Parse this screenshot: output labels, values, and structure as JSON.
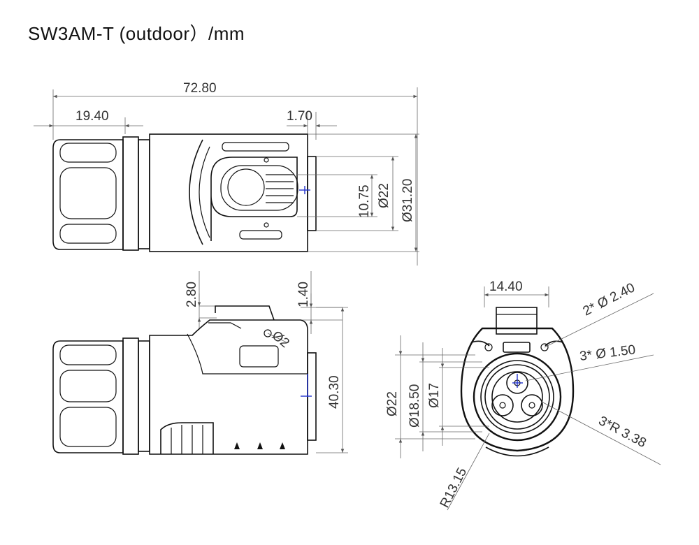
{
  "title": "SW3AM-T  (outdoor）/mm",
  "top_view": {
    "dims": {
      "overall_length": "72.80",
      "nut_length": "19.40",
      "step": "1.70",
      "latch_height": "10.75",
      "body_dia": "Ø22",
      "outer_dia": "Ø31.20"
    }
  },
  "side_view": {
    "dims": {
      "latch_rise": "2.80",
      "lip": "1.40",
      "hole": "Ø2",
      "height": "40.30"
    }
  },
  "end_view": {
    "dims": {
      "width": "14.40",
      "holes_big": "2* Ø 2.40",
      "holes_small": "3* Ø 1.50",
      "pin_radius": "3*R 3.38",
      "face_radius": "R13.15",
      "dia_22": "Ø22",
      "dia_18_5": "Ø18.50",
      "dia_17": "Ø17"
    }
  }
}
